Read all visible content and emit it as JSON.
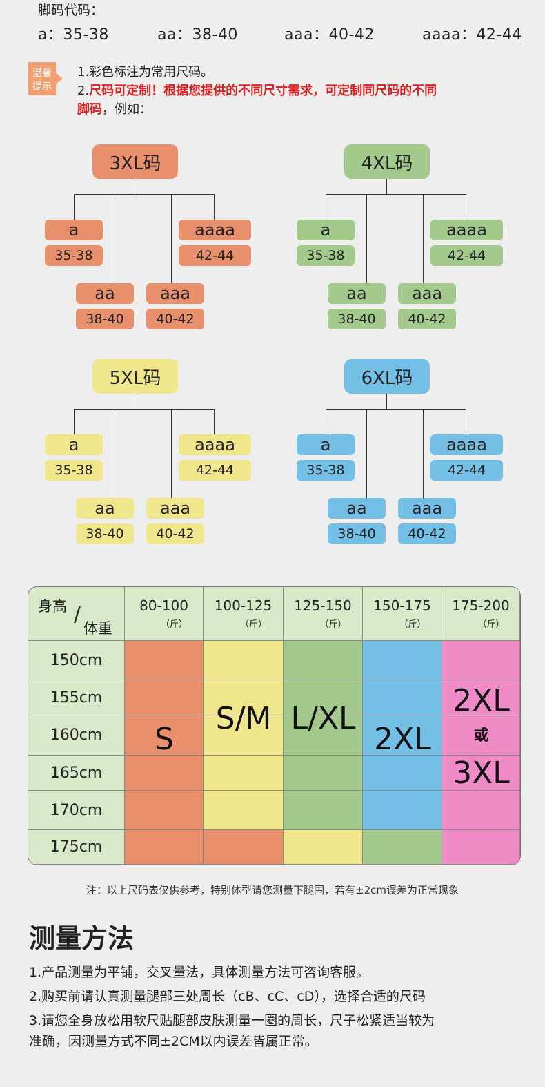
{
  "codes": {
    "title": "脚码代码：",
    "items": [
      "a：35-38",
      "aa：38-40",
      "aaa：40-42",
      "aaaa：42-44"
    ]
  },
  "tip": {
    "badge_line1": "温馨",
    "badge_line2": "提示",
    "line1": "1.彩色标注为常用尺码。",
    "line2_num": "2.",
    "line2_red": "尺码可定制！根据您提供的不同尺寸需求，可定制同尺码的不同",
    "line3_red": "脚码",
    "line3_rest": "，例如："
  },
  "trees": [
    {
      "root": "3XL码",
      "color": "#e8906c",
      "leaves": [
        {
          "code": "a",
          "range": "35-38"
        },
        {
          "code": "aa",
          "range": "38-40"
        },
        {
          "code": "aaa",
          "range": "40-42"
        },
        {
          "code": "aaaa",
          "range": "42-44"
        }
      ]
    },
    {
      "root": "4XL码",
      "color": "#a3c98c",
      "leaves": [
        {
          "code": "a",
          "range": "35-38"
        },
        {
          "code": "aa",
          "range": "38-40"
        },
        {
          "code": "aaa",
          "range": "40-42"
        },
        {
          "code": "aaaa",
          "range": "42-44"
        }
      ]
    },
    {
      "root": "5XL码",
      "color": "#f0e68c",
      "leaves": [
        {
          "code": "a",
          "range": "35-38"
        },
        {
          "code": "aa",
          "range": "38-40"
        },
        {
          "code": "aaa",
          "range": "40-42"
        },
        {
          "code": "aaaa",
          "range": "42-44"
        }
      ]
    },
    {
      "root": "6XL码",
      "color": "#74bfe6",
      "leaves": [
        {
          "code": "a",
          "range": "35-38"
        },
        {
          "code": "aa",
          "range": "38-40"
        },
        {
          "code": "aaa",
          "range": "40-42"
        },
        {
          "code": "aaaa",
          "range": "42-44"
        }
      ]
    }
  ],
  "table": {
    "corner_top": "身高",
    "corner_slash": "/",
    "corner_bottom": "体重",
    "columns": [
      {
        "range": "80-100",
        "unit": "（斤）"
      },
      {
        "range": "100-125",
        "unit": "（斤）"
      },
      {
        "range": "125-150",
        "unit": "（斤）"
      },
      {
        "range": "150-175",
        "unit": "（斤）"
      },
      {
        "range": "175-200",
        "unit": "（斤）"
      }
    ],
    "rows": [
      "150cm",
      "155cm",
      "160cm",
      "165cm",
      "170cm",
      "175cm"
    ],
    "colors": {
      "orange": "#e8906c",
      "yellow": "#f0e68c",
      "green": "#a3c98c",
      "blue": "#74bfe6",
      "pink": "#ef8cc8",
      "header": "#d9e8c9"
    },
    "sizes": [
      "S",
      "S/M",
      "L/XL",
      "2XL"
    ],
    "pink_top": "2XL",
    "pink_or": "或",
    "pink_bottom": "3XL"
  },
  "note": "注：以上尺码表仅供参考，特别体型请您测量下腿围，若有±2cm误差为正常现象",
  "method": {
    "title": "测量方法",
    "lines": [
      "1.产品测量为平铺，交叉量法，具体测量方法可咨询客服。",
      "2.购买前请认真测量腿部三处周长（cB、cC、cD），选择合适的尺码",
      "3.请您全身放松用软尺贴腿部皮肤测量一圈的周长，尺子松紧适当较为",
      "准确，因测量方式不同±2CM以内误差皆属正常。"
    ]
  }
}
